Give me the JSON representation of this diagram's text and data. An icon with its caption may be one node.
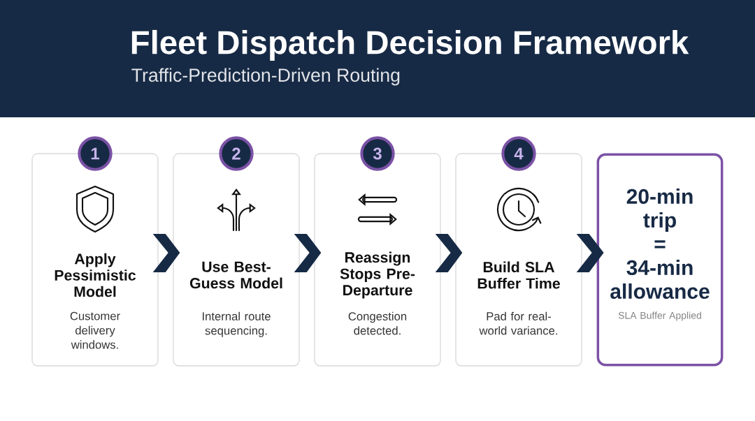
{
  "diagram": {
    "title": "Fleet Dispatch Decision Framework",
    "nodes": [
      {
        "text": [
          "Apply Pessimistic Model",
          "Customer delivery windows."
        ]
      },
      {
        "text": [
          "Use Best-Guess Model",
          "Internal route sequencing."
        ]
      },
      {
        "text": [
          "Reassign Stops Pre-Departure",
          "Congestion detected."
        ]
      },
      {
        "text": [
          "Build SLA Buffer Time",
          "Pad for real-world variance."
        ]
      },
      {
        "text": [
          "20-min trip = 34-min allowance",
          "SLA Buffer Applied"
        ]
      },
      {
        "text": [
          "1"
        ]
      },
      {
        "text": [
          "2"
        ]
      },
      {
        "text": [
          "3"
        ]
      },
      {
        "text": [
          "4"
        ]
      }
    ],
    "edges": [
      {
        "from": 0,
        "to": 1,
        "arrow": "to"
      },
      {
        "from": 1,
        "to": 2,
        "arrow": "to"
      },
      {
        "from": 2,
        "to": 3,
        "arrow": "to"
      },
      {
        "from": 3,
        "to": 4,
        "arrow": "to"
      }
    ],
    "labels": [
      "Traffic-Prediction-Driven Routing"
    ]
  }
}
